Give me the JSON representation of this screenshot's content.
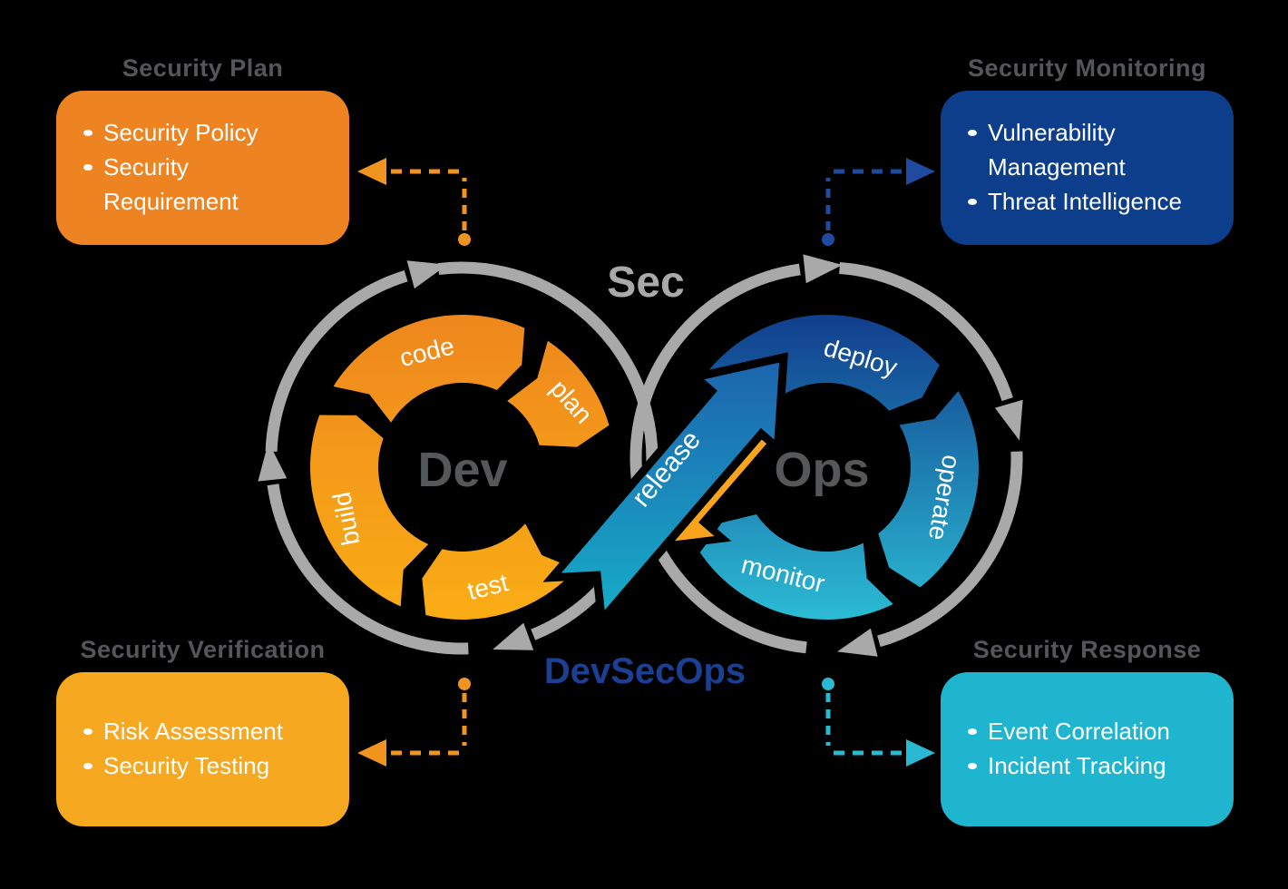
{
  "diagram": {
    "sec_label": "Sec",
    "brand_label": "DevSecOps",
    "release_label": "release",
    "dev": {
      "label": "Dev",
      "steps": [
        "code",
        "plan",
        "test",
        "build"
      ]
    },
    "ops": {
      "label": "Ops",
      "steps": [
        "deploy",
        "operate",
        "monitor"
      ]
    }
  },
  "boxes": {
    "top_left": {
      "title": "Security Plan",
      "items": [
        "Security Policy",
        "Security Requirement"
      ]
    },
    "top_right": {
      "title": "Security Monitoring",
      "items": [
        "Vulnerability Management",
        "Threat Intelligence"
      ]
    },
    "bottom_left": {
      "title": "Security Verification",
      "items": [
        "Risk Assessment",
        "Security Testing"
      ]
    },
    "bottom_right": {
      "title": "Security Response",
      "items": [
        "Event Correlation",
        "Incident Tracking"
      ]
    }
  },
  "colors": {
    "background": "#000000",
    "heading_text": "#55565A",
    "loop_gray": "#A9A9A9",
    "sec_text": "#A9A9A9",
    "brand_text": "#1C3F94",
    "dev_ops_text": "#565759",
    "box_plan_orange": "#EE8421",
    "box_verification_orange": "#F5A820",
    "box_monitoring_navy": "#0D3E8C",
    "box_response_cyan": "#1FB5CE",
    "dev_ring_top": "#EE871D",
    "dev_ring_bottom": "#FAAD15",
    "ops_ring_top": "#113E8D",
    "ops_ring_bottom": "#2BBBD4",
    "release_top": "#1D61AC",
    "release_bottom": "#17A9C7",
    "orange_arrow": "#F9A41C",
    "connector_orange": "#F0931F",
    "connector_navy": "#1E4B9E",
    "connector_cyan": "#2AB9D2",
    "bullet_text": "#FFFFFF"
  }
}
